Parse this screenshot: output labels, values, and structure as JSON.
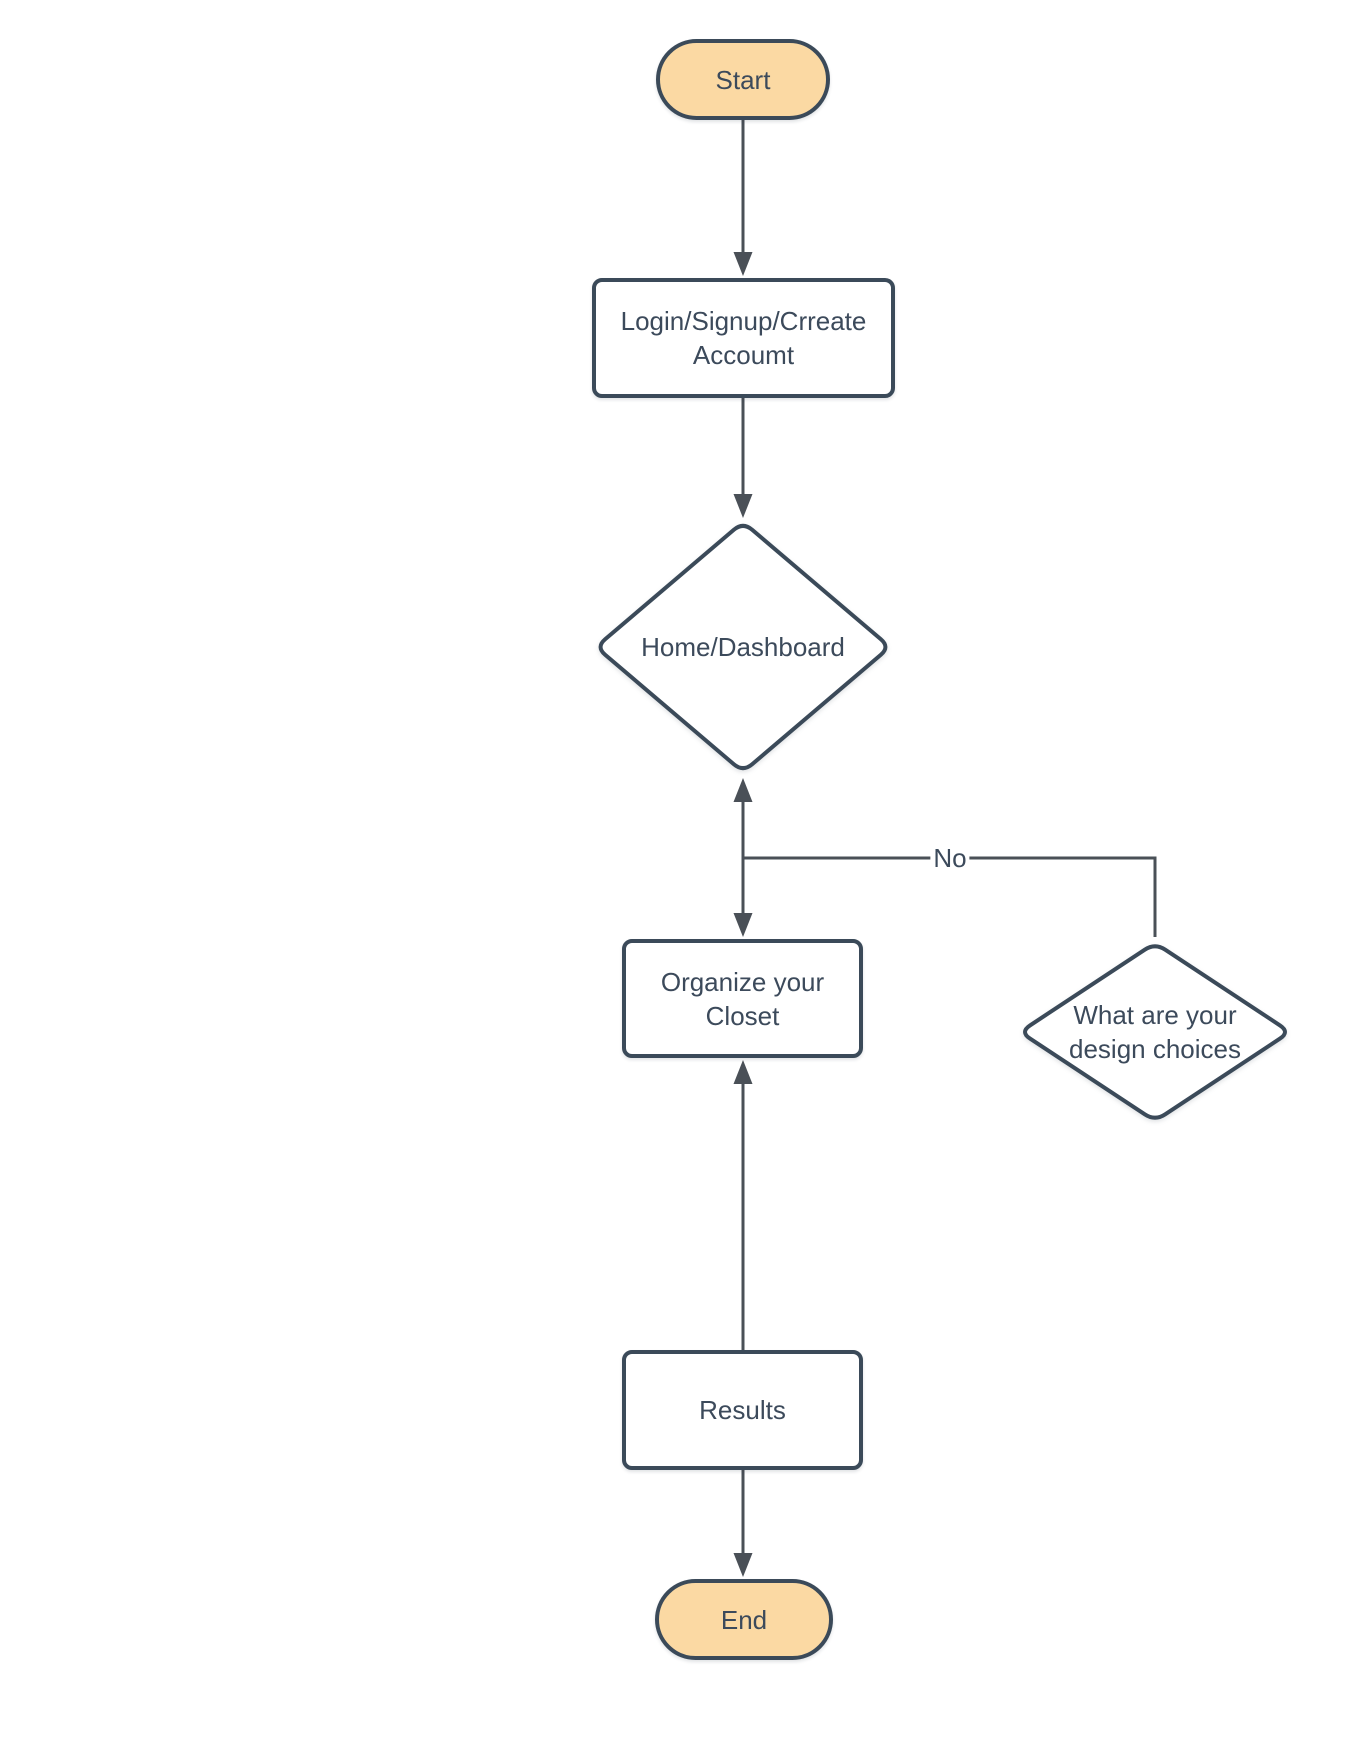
{
  "nodes": {
    "start": {
      "label": "Start",
      "type": "terminator"
    },
    "login": {
      "label": "Login/Signup/Crreate Accoumt",
      "type": "process"
    },
    "home": {
      "label": "Home/Dashboard",
      "type": "decision"
    },
    "organize": {
      "label": "Organize your Closet",
      "type": "process"
    },
    "design": {
      "label": "What are your design choices",
      "type": "decision"
    },
    "results": {
      "label": "Results",
      "type": "process"
    },
    "end": {
      "label": "End",
      "type": "terminator"
    }
  },
  "connectors": {
    "no_label": "No"
  },
  "colors": {
    "terminator-fill": "#fbd9a3",
    "process-fill": "#ffffff",
    "shape-border": "#3b4a59",
    "connector": "#4a5057",
    "text": "#3c4a5b",
    "canvas-bg": "#ffffff"
  }
}
